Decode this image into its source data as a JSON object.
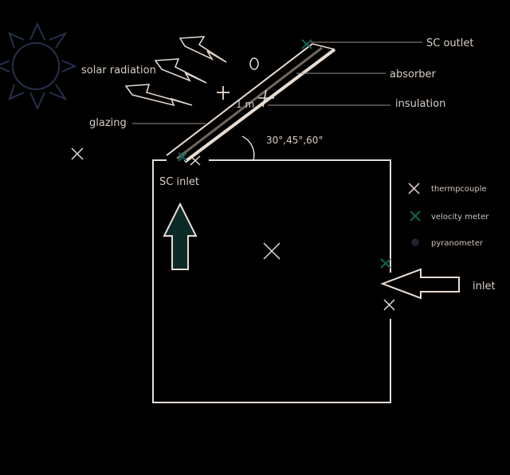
{
  "labels": {
    "sc_outlet": "SC outlet",
    "absorber": "absorber",
    "insulation": "insulation",
    "solar_radiation": "solar radiation",
    "glazing": "glazing",
    "length": "1 m",
    "angles": "30°,45°,60°",
    "sc_inlet": "SC inlet",
    "inlet": "inlet"
  },
  "legend": {
    "thermocouple": "thermpcouple",
    "velocity_meter": "velocity meter",
    "pyranometer": "pyranometer"
  },
  "colors": {
    "background": "#000000",
    "line": "#e8ddd4",
    "text": "#d9d0c6",
    "velocity_meter": "#0e4a45",
    "pyranometer": "#2a2f3a",
    "sun": "#26304a",
    "inlet_arrow_fill": "#0b2a28"
  },
  "icons": {
    "sun": "sun-icon",
    "radiation": "lightning-bolt-icon",
    "thermocouple": "x-mark-icon",
    "velocity_meter": "x-mark-icon",
    "pyranometer": "circle-dot-icon"
  }
}
